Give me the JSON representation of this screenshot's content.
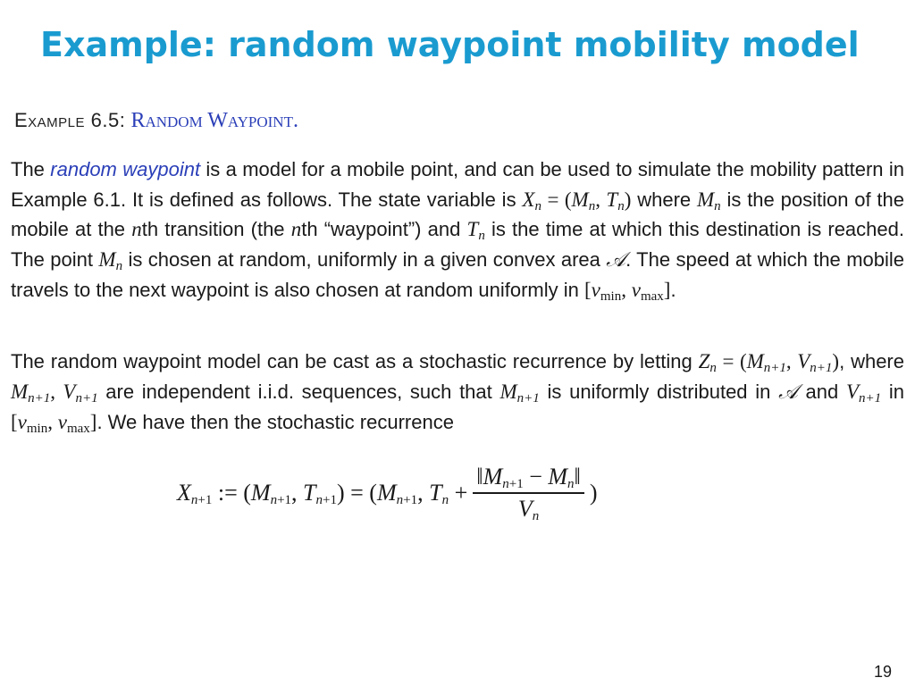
{
  "slide": {
    "title": "Example: random waypoint mobility model",
    "page_number": "19"
  },
  "example": {
    "label": "Example 6.5:",
    "name": "Random Waypoint."
  },
  "p1": {
    "s1": "The",
    "emph": "random waypoint",
    "s2": " is a model for a mobile point, and can be used to simulate the mobility pattern in Example 6.1.  It is defined as follows.  The state variable is ",
    "s3": " where ",
    "s4": " is the position of the mobile at the ",
    "s5": "th transition (the ",
    "s6": "th “waypoint”) and ",
    "s7": " is the time at which this destination is reached.  The point ",
    "s8": " is chosen at random, uniformly in a given convex area ",
    "s9": ". The speed at which the mobile travels to the next waypoint is also chosen at random uniformly in ",
    "s10": "."
  },
  "p2": {
    "s1": "The random waypoint model can be cast as a stochastic recurrence by letting ",
    "s2": ", where ",
    "s3": " are independent i.i.d.  sequences, such that ",
    "s4": " is uniformly distributed in ",
    "s5": " and ",
    "s6": " in ",
    "s7": ".  We have then the stochastic recurrence"
  }
}
